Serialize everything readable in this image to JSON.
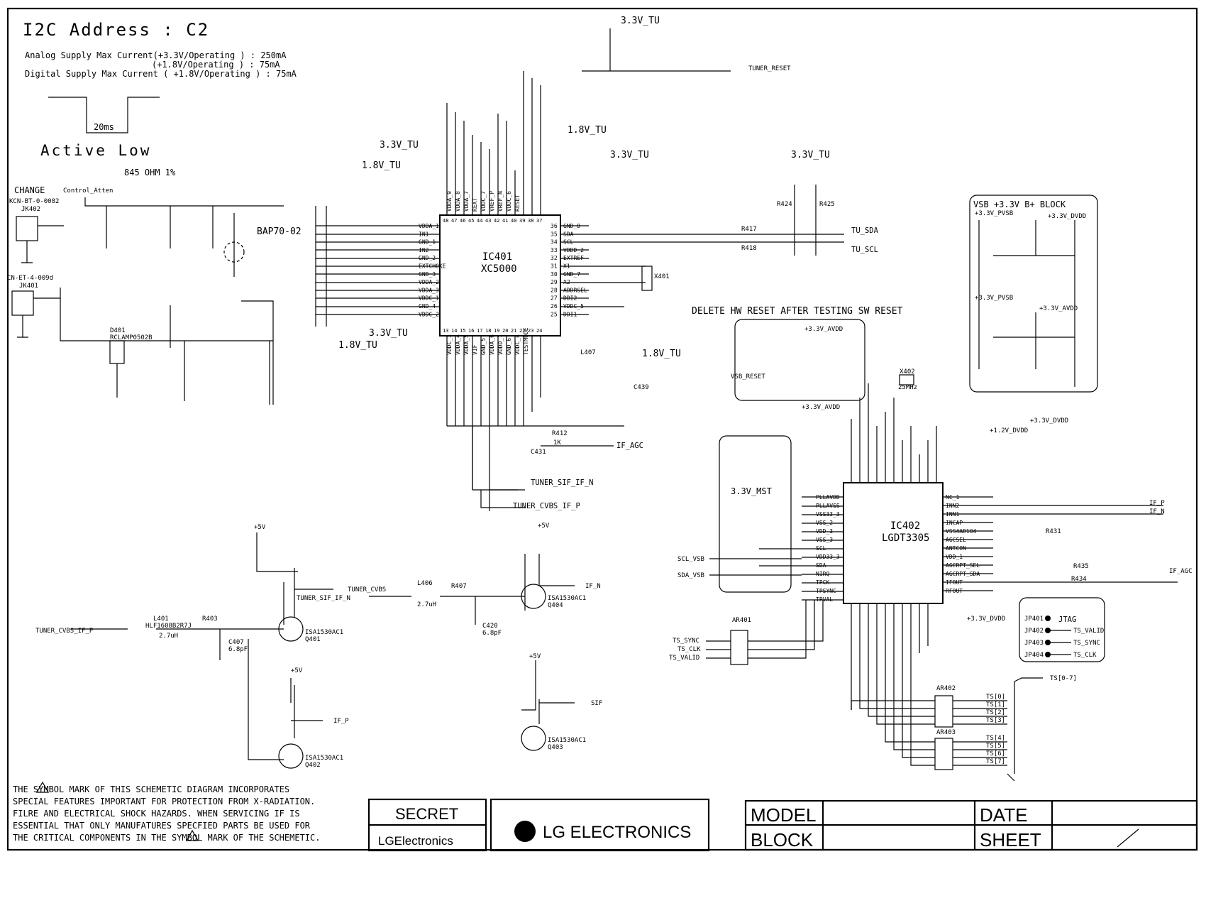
{
  "header": {
    "i2c_address": "I2C Address : C2",
    "analog_supply_1": "Analog Supply Max Current(+3.3V/Operating ) : 250mA",
    "analog_supply_2": "(+1.8V/Operating ) : 75mA",
    "digital_supply": "Digital Supply Max Current ( +1.8V/Operating ) : 75mA",
    "pulse_label": "20ms",
    "active_low": "Active Low",
    "resistor_note": "845 OHM 1%",
    "change_label": "CHANGE",
    "control_atten": "Control_Atten"
  },
  "ic401": {
    "ref": "IC401",
    "part": "XC5000",
    "top_pins": [
      "VDDA_9",
      "VDDA_8",
      "VDDA_7",
      "REXT",
      "VDDC_7",
      "VREF_P",
      "VREF_N",
      "VDDC_6",
      "RESET"
    ],
    "top_pin_numbers": [
      "48",
      "47",
      "46",
      "45",
      "44",
      "43",
      "42",
      "41",
      "40",
      "39",
      "38",
      "37"
    ],
    "left_pins": [
      "VDDA_1",
      "IN1",
      "GND_1",
      "IN2",
      "GND_2",
      "EXTCHOKE",
      "GND_3",
      "VDDA_2",
      "VDDA_3",
      "VDDC_1",
      "GND_4",
      "VDDC_2"
    ],
    "right_pins": [
      "GND_8",
      "SDA",
      "SCL",
      "VDDD_2",
      "EXTREF",
      "X1",
      "GND_7",
      "X2",
      "ADDRSEL",
      "DDI2",
      "VDDC_5",
      "DDI1"
    ],
    "right_pin_numbers": [
      "36",
      "35",
      "34",
      "33",
      "32",
      "31",
      "30",
      "29",
      "28",
      "27",
      "26",
      "25"
    ],
    "bottom_pins": [
      "VDDC_3",
      "VDDA_4",
      "VDDA_5",
      "VIF",
      "GND_5",
      "VDDA_6",
      "VDDD_1",
      "GND_6",
      "VDDC_4",
      "TESTMODE"
    ],
    "bottom_pin_numbers": [
      "13",
      "14",
      "15",
      "16",
      "17",
      "18",
      "19",
      "20",
      "21",
      "22",
      "23",
      "24"
    ]
  },
  "ic402": {
    "ref": "IC402",
    "part": "LGDT3305",
    "left_pins": [
      "PLLAVDD",
      "PLLAVSS",
      "VSS33_3",
      "VSS_2",
      "VDD_3",
      "VSS_3",
      "SCL",
      "VDD33_3",
      "SDA",
      "NIRQ",
      "TPCK",
      "TPSYNC",
      "TPVAL"
    ],
    "right_pins": [
      "NC_1",
      "INN2",
      "INN1",
      "INCAP",
      "VSS4AD104",
      "AGCSEL",
      "ANTCON",
      "VDD_1",
      "AGCRPT_SEL",
      "AGCRPT_SDA",
      "IFOUT",
      "RFOUT"
    ]
  },
  "labels": {
    "rail_33_tu": "3.3V_TU",
    "rail_18_tu": "1.8V_TU",
    "tuner_reset": "TUNER_RESET",
    "tu_sda": "TU_SDA",
    "tu_scl": "TU_SCL",
    "bap70": "BAP70-02",
    "delete_note": "DELETE HW RESET AFTER TESTING SW RESET",
    "vsb_block": "VSB +3.3V B+ BLOCK",
    "rail_33_mst": "3.3V_MST",
    "rail_12_dvdd": "+1.2V_DVDD",
    "rail_33_dvdd": "+3.3V_DVDD",
    "rail_33_avdd": "+3.3V_AVDD",
    "rail_33_pvsb": "+3.3V_PVSB",
    "rail_5v": "+5V",
    "if_agc": "IF_AGC",
    "if_agc2": "IF_AGC",
    "if_p": "IF_P",
    "if_n": "IF_N",
    "tuner_sif_if_n": "TUNER_SIF_IF_N",
    "tuner_cvbs_if_p": "TUNER_CVBS_IF_P",
    "tuner_cvbs": "TUNER_CVBS",
    "tuner_cvbs_if_p_in": "TUNER_CVBS_IF_P",
    "tuner_sif_if_n_in": "TUNER_SIF_IF_N",
    "if_n_out": "IF_N",
    "if_p_out": "IF_P",
    "sif": "SIF",
    "scl_vsb": "SCL_VSB",
    "sda_vsb": "SDA_VSB",
    "vsb_reset": "VSB_RESET",
    "ts_sync": "TS_SYNC",
    "ts_clk": "TS_CLK",
    "ts_valid": "TS_VALID",
    "ts_bus": "TS[0-7]",
    "ts_lines": [
      "TS[0]",
      "TS[1]",
      "TS[2]",
      "TS[3]",
      "TS[4]",
      "TS[5]",
      "TS[6]",
      "TS[7]"
    ],
    "jtag": "JTAG",
    "jtag_pins": [
      "JP401",
      "JP402",
      "JP403",
      "JP404"
    ],
    "jtag_signals": [
      "TS_VALID",
      "TS_SYNC",
      "TS_CLK"
    ],
    "x402": "X402",
    "x402_freq": "25MHz",
    "x401": "X401",
    "jk402": "JK402",
    "jk401": "JK401",
    "jk402_part": "KCN-BT-0-0082",
    "jk401_part": "CN-ET-4-009d"
  },
  "parts": {
    "q401": "Q401",
    "q402": "Q402",
    "q403": "Q403",
    "q404": "Q404",
    "transistor_part": "ISA1530AC1",
    "l401": "L401",
    "l401_part": "HLF1608B2R7J",
    "l401_val": "2.7uH",
    "l406": "L406",
    "l406_val": "2.7uH",
    "d401": "D401",
    "d401_part": "RCLAMP0502B",
    "r403": "R403",
    "r407": "R407",
    "r412": "R412",
    "r412_val": "1K",
    "r417": "R417",
    "r418": "R418",
    "r424": "R424",
    "r425": "R425",
    "r431": "R431",
    "r434": "R434",
    "r435": "R435",
    "ar401": "AR401",
    "ar402": "AR402",
    "ar403": "AR403",
    "c431": "C431",
    "c439": "C439",
    "l407": "L407",
    "c420": "C420",
    "c420_val": "6.8pF",
    "c407": "C407",
    "c407_val": "6.8pF"
  },
  "warning": {
    "line1": "THE  SYMBOL MARK OF THIS SCHEMETIC DIAGRAM INCORPORATES",
    "line2": "SPECIAL FEATURES IMPORTANT FOR PROTECTION FROM X-RADIATION.",
    "line3": "FILRE AND ELECTRICAL SHOCK HAZARDS. WHEN SERVICING IF IS",
    "line4": "ESSENTIAL THAT ONLY MANUFATURES SPECFIED PARTS BE USED FOR",
    "line5": "THE CRITICAL COMPONENTS IN THE  SYMBOL MARK OF THE SCHEMETIC."
  },
  "title_block": {
    "secret": "SECRET",
    "lg_small": "LGElectronics",
    "lg_logo_text": "LG ELECTRONICS",
    "model": "MODEL",
    "block": "BLOCK",
    "date": "DATE",
    "sheet": "SHEET"
  }
}
